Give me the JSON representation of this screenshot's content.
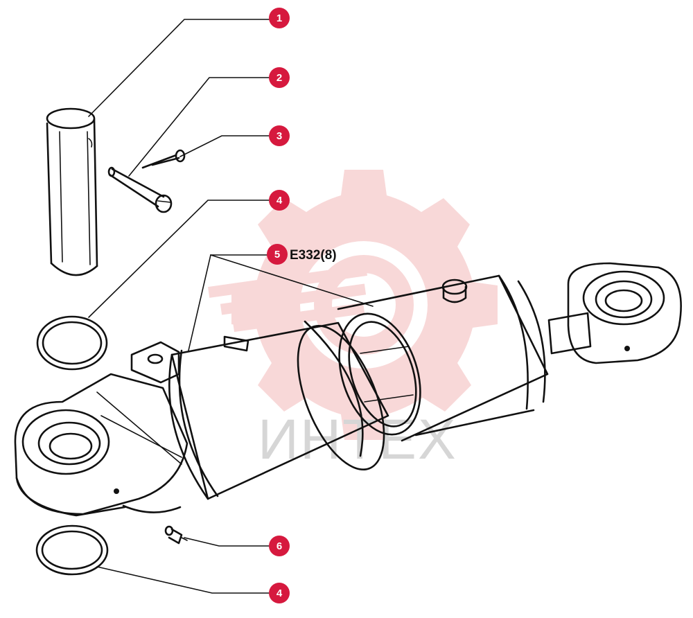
{
  "drawing": {
    "part_code": "E332(8)",
    "watermark_text": "ИНТЕХ",
    "colors": {
      "callout": "#d6193e",
      "callout_text": "#ffffff",
      "line": "#111111",
      "watermark_gear": "#f5c4c4",
      "watermark_text": "#d6d6d6"
    }
  },
  "callouts": [
    {
      "id": "c1",
      "label": "1"
    },
    {
      "id": "c2",
      "label": "2"
    },
    {
      "id": "c3",
      "label": "3"
    },
    {
      "id": "c4a",
      "label": "4"
    },
    {
      "id": "c5",
      "label": "5"
    },
    {
      "id": "c6",
      "label": "6"
    },
    {
      "id": "c4b",
      "label": "4"
    }
  ]
}
